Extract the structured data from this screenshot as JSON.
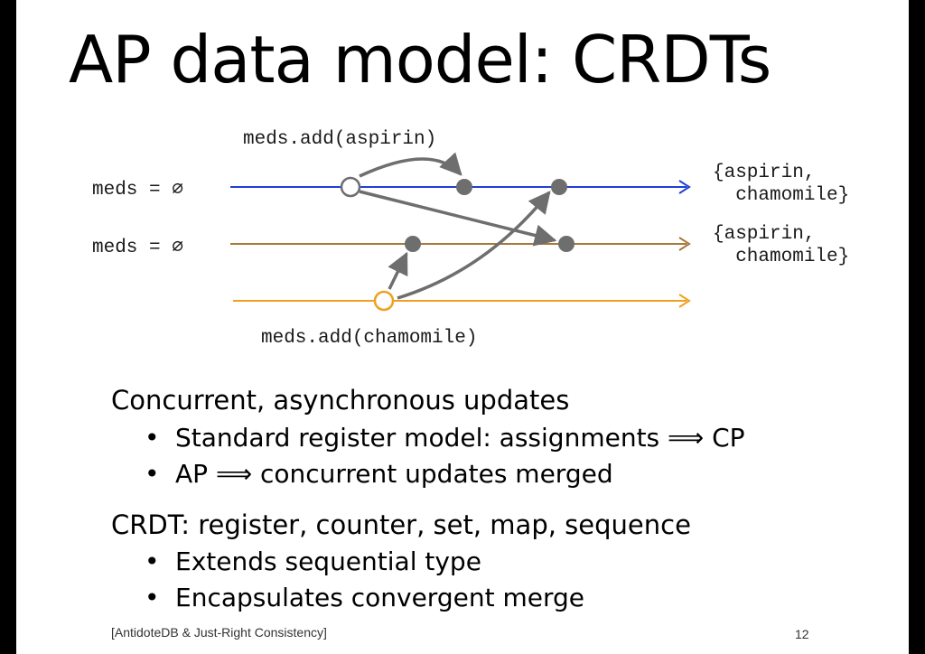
{
  "slide": {
    "title": "AP data model: CRDTs",
    "footer_citation": "[AntidoteDB & Just-Right Consistency]",
    "page_number": "12"
  },
  "diagram": {
    "top_label": "meds.add(aspirin)",
    "bottom_label": "meds.add(chamomile)",
    "replicas": [
      {
        "name": "meds = ∅",
        "color": "#1f3fd6",
        "result_line1": "{aspirin,",
        "result_line2": "  chamomile}"
      },
      {
        "name": "meds = ∅",
        "color": "#a8773a",
        "result_line1": "{aspirin,",
        "result_line2": "  chamomile}"
      },
      {
        "name": "",
        "color": "#f0a020",
        "result_line1": "",
        "result_line2": ""
      }
    ],
    "colors": {
      "event_fill": "#6e6e6e",
      "message_arrow": "#6e6e6e",
      "origin_blue": "#1f3fd6",
      "origin_orange": "#f0a020"
    }
  },
  "content": {
    "section1_heading": "Concurrent, asynchronous updates",
    "section1_bullets": [
      "Standard register model: assignments ⟹ CP",
      "AP ⟹ concurrent updates merged"
    ],
    "section2_heading": "CRDT: register, counter, set, map, sequence",
    "section2_bullets": [
      "Extends sequential type",
      "Encapsulates convergent merge"
    ]
  }
}
